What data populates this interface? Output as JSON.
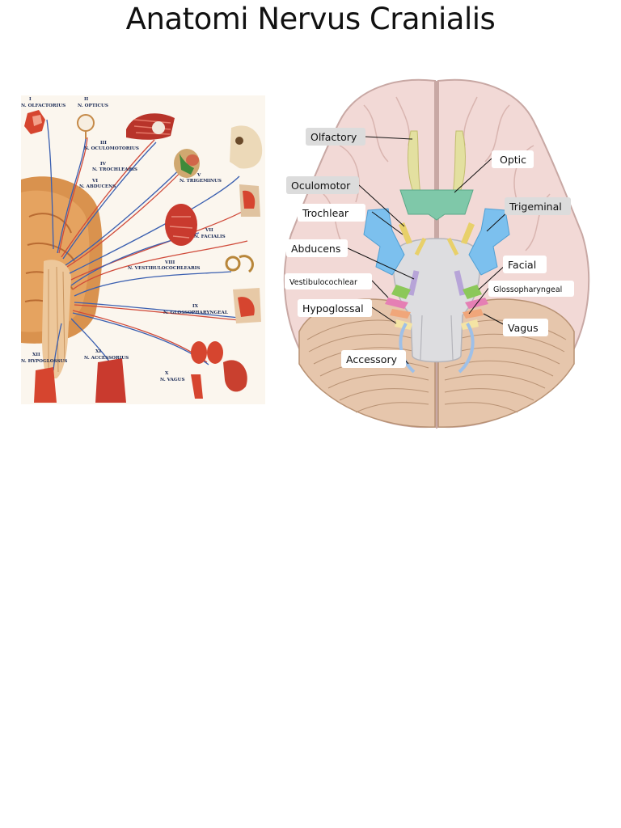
{
  "page": {
    "title": "Anatomi Nervus Cranialis"
  },
  "left_figure": {
    "labels": [
      {
        "num": "I",
        "name": "N. OLFACTORIUS"
      },
      {
        "num": "II",
        "name": "N. OPTICUS"
      },
      {
        "num": "III",
        "name": "N. OCULOMOTORIUS"
      },
      {
        "num": "IV",
        "name": "N. TROCHLEARIS"
      },
      {
        "num": "VI",
        "name": "N. ABDUCENS"
      },
      {
        "num": "V",
        "name": "N. TRIGEMINUS"
      },
      {
        "num": "VII",
        "name": "N. FACIALIS"
      },
      {
        "num": "VIII",
        "name": "N. VESTIBULOCOCHLEARIS"
      },
      {
        "num": "IX",
        "name": "N. GLOSSOPHARYNGEAL"
      },
      {
        "num": "XII",
        "name": "N. HYPOGLOSSUS"
      },
      {
        "num": "XI",
        "name": "N. ACCESSORIUS"
      },
      {
        "num": "X",
        "name": "N. VAGUS"
      }
    ]
  },
  "right_figure": {
    "labels": [
      {
        "text": "Olfactory",
        "color": "#e3e0a0"
      },
      {
        "text": "Optic",
        "color": "#7fc8a9"
      },
      {
        "text": "Oculomotor",
        "color": "#e8d06a"
      },
      {
        "text": "Trochlear",
        "color": "#e8d06a"
      },
      {
        "text": "Trigeminal",
        "color": "#7cc0ee"
      },
      {
        "text": "Abducens",
        "color": "#b7a4d8"
      },
      {
        "text": "Facial",
        "color": "#8cc85a"
      },
      {
        "text": "Vestibulocochlear",
        "color": "#e57fb4"
      },
      {
        "text": "Glossopharyngeal",
        "color": "#f0a67a"
      },
      {
        "text": "Hypoglossal",
        "color": "#f4e4a4"
      },
      {
        "text": "Vagus",
        "color": "#f0a67a"
      },
      {
        "text": "Accessory",
        "color": "#9ec0e8"
      }
    ]
  }
}
